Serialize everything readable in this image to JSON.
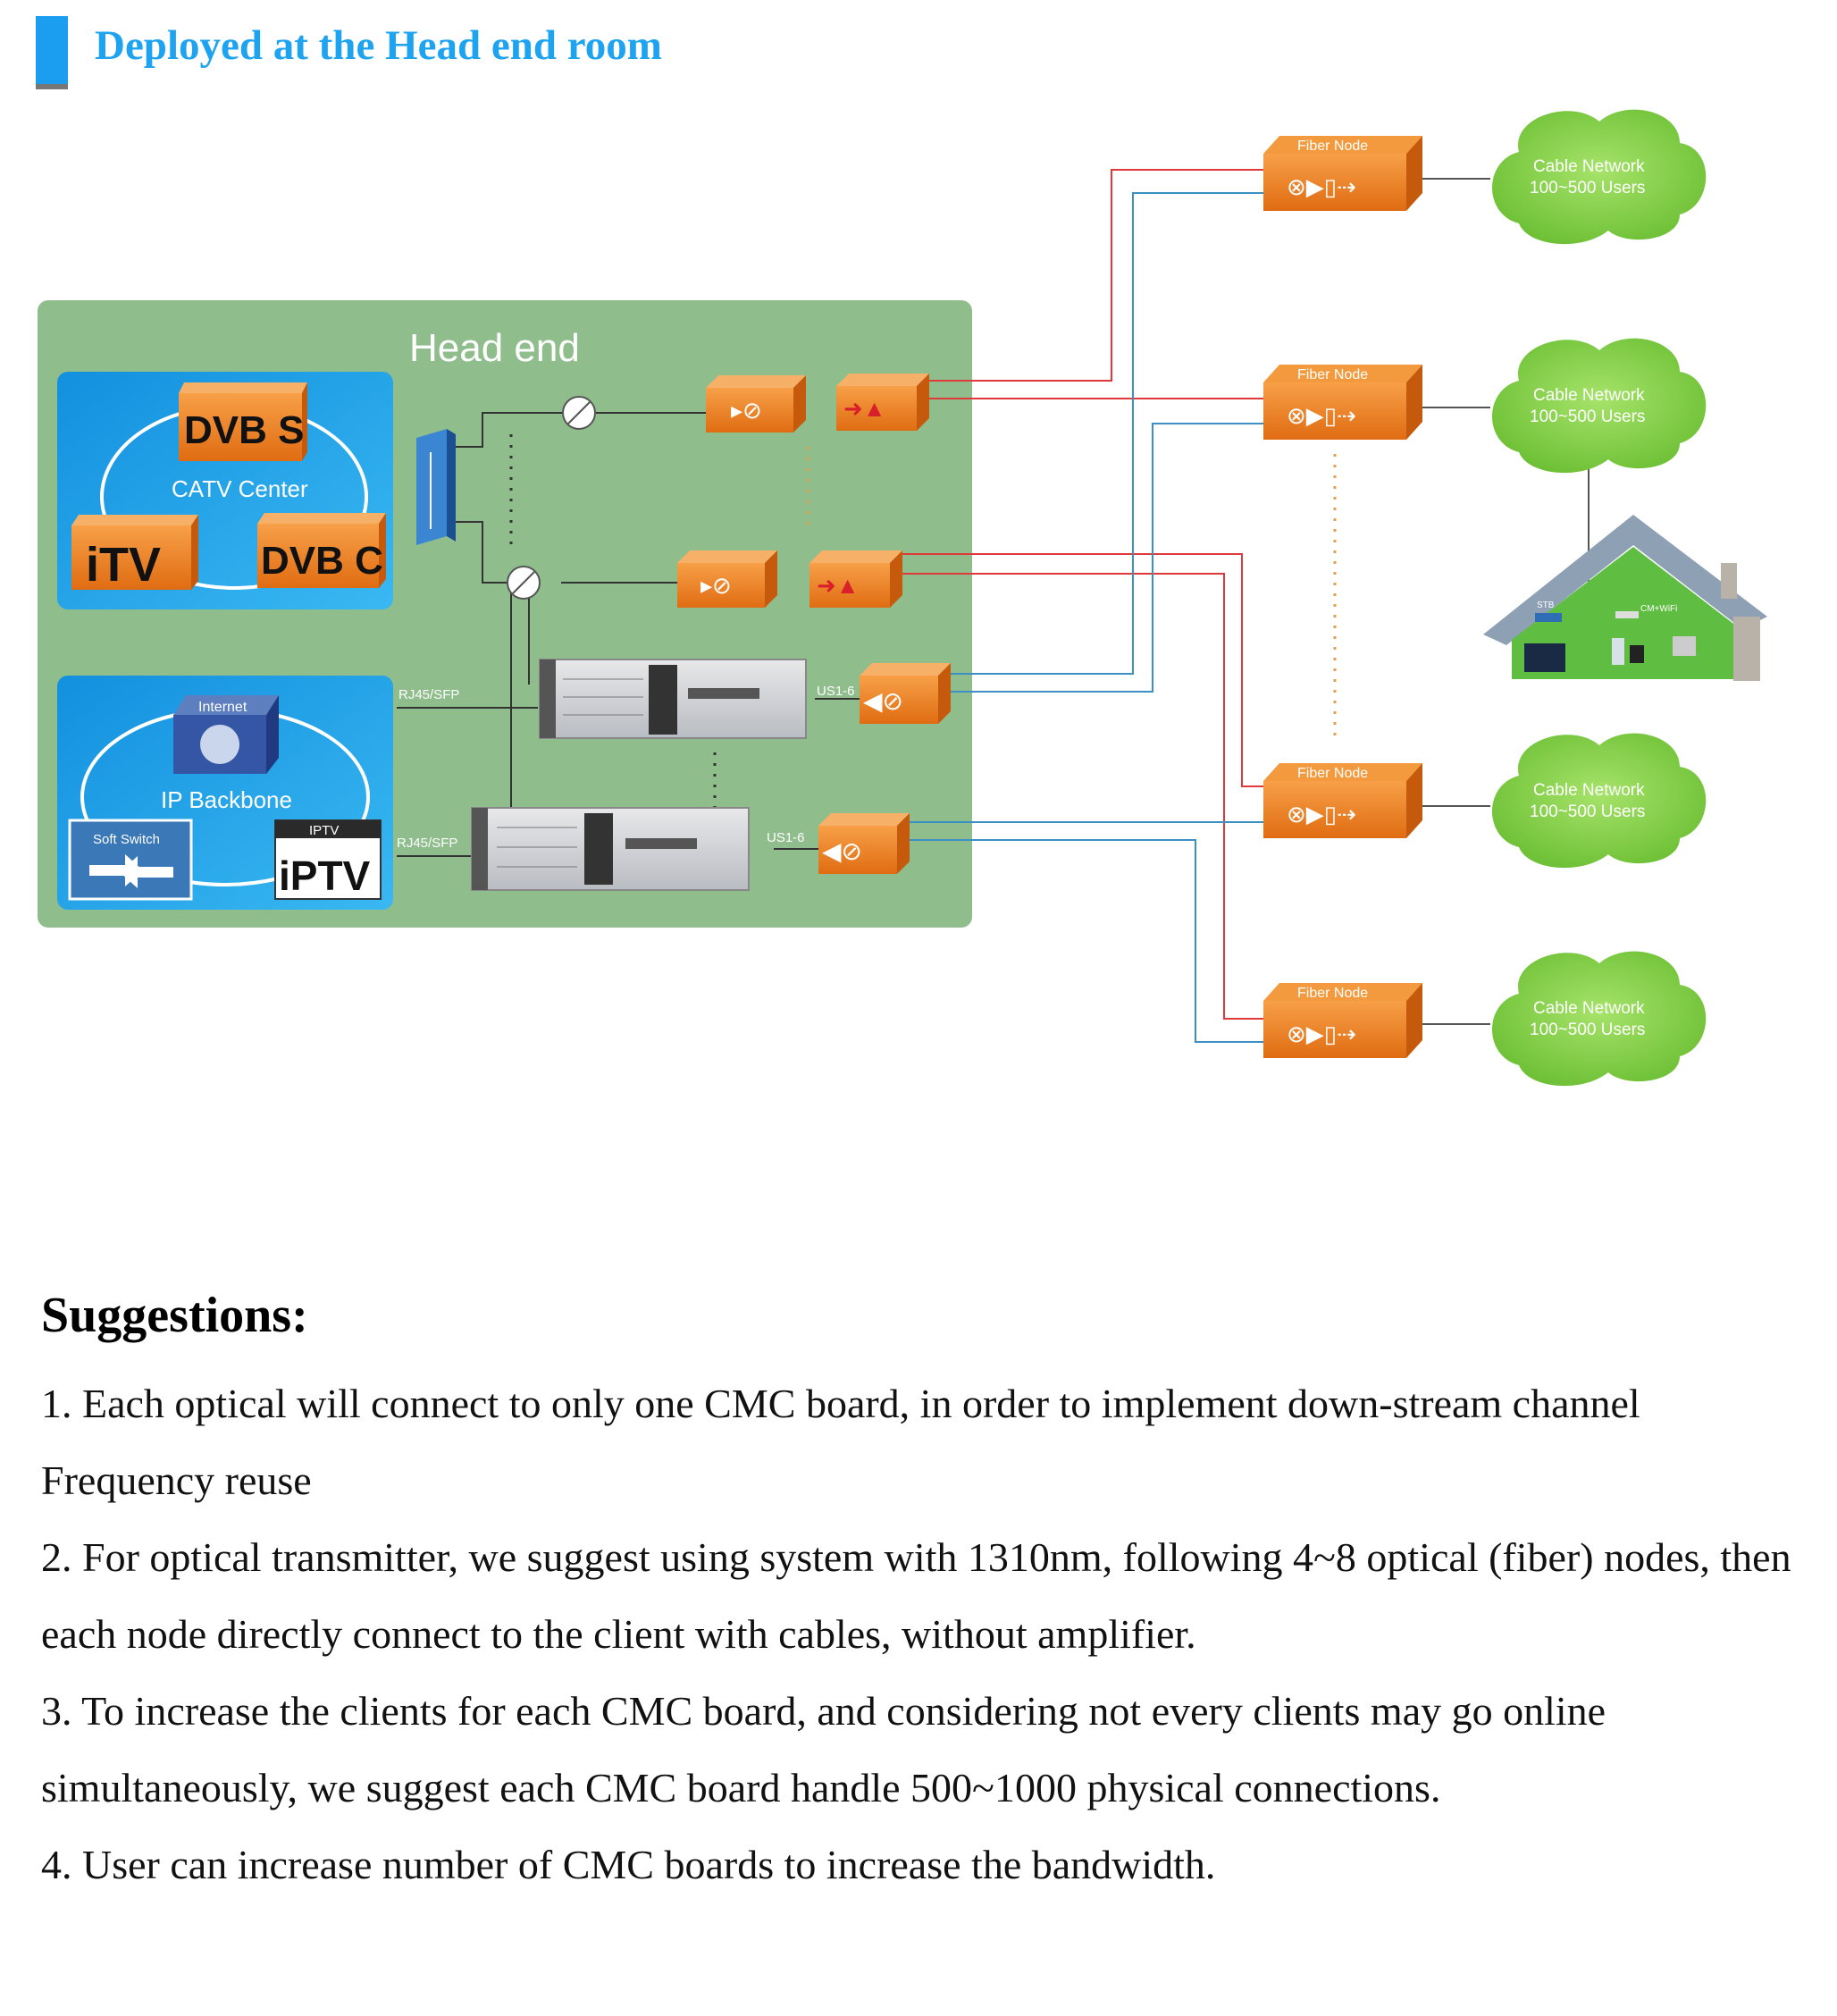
{
  "header": {
    "title": "Deployed at the Head end room"
  },
  "colors": {
    "accent": "#1ea3f0",
    "panel": "#8fbd8c",
    "blue_box": "#1c9be6",
    "device_orange": "#f08421",
    "cloud": "#8ed44c",
    "red_line": "#e0393b",
    "blue_line": "#3c8fc4"
  },
  "diagram": {
    "headend_label": "Head end",
    "catv": {
      "label": "CATV Center",
      "dvbs": "DVB S",
      "itv": "iTV",
      "dvbc": "DVB C"
    },
    "ip": {
      "label": "IP  Backbone",
      "internet": "Internet",
      "soft_switch": "Soft Switch",
      "iptv_top": "IPTV",
      "iptv": "iPTV"
    },
    "ports": {
      "rj45_a": "RJ45/SFP",
      "rj45_b": "RJ45/SFP",
      "us_a": "US1-6",
      "us_b": "US1-6"
    },
    "fiber_nodes": [
      {
        "label": "Fiber Node"
      },
      {
        "label": "Fiber Node"
      },
      {
        "label": "Fiber Node"
      },
      {
        "label": "Fiber Node"
      }
    ],
    "clouds": [
      {
        "line1": "Cable Network",
        "line2": "100~500 Users"
      },
      {
        "line1": "Cable Network",
        "line2": "100~500 Users"
      },
      {
        "line1": "Cable Network",
        "line2": "100~500 Users"
      },
      {
        "line1": "Cable Network",
        "line2": "100~500 Users"
      }
    ],
    "house": {
      "stb": "STB",
      "cmwifi": "CM+WiFi"
    }
  },
  "suggestions": {
    "title": "Suggestions:",
    "items": [
      "1. Each optical will connect to only one CMC board, in order to implement down-stream channel Frequency reuse",
      "2. For optical transmitter, we suggest using system with 1310nm, following 4~8 optical (fiber) nodes, then each node directly connect to the client with cables, without amplifier.",
      "3. To increase the clients for each CMC board, and considering not every clients may go online simultaneously, we suggest each CMC board handle 500~1000 physical connections.",
      "4. User can increase number of CMC boards to increase the bandwidth."
    ]
  }
}
